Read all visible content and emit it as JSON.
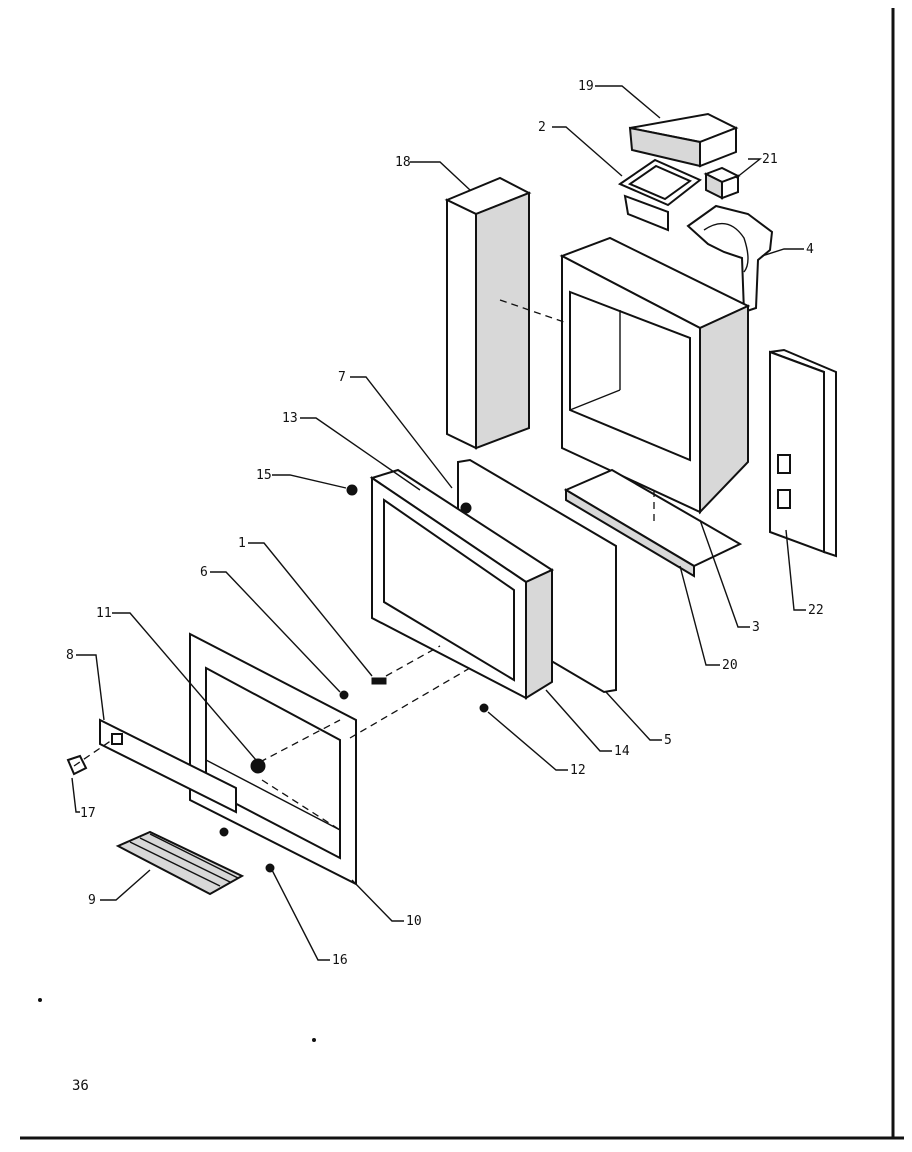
{
  "page_number": "36",
  "callouts": {
    "c1": "1",
    "c2": "2",
    "c3": "3",
    "c4": "4",
    "c5": "5",
    "c6": "6",
    "c7": "7",
    "c8": "8",
    "c9": "9",
    "c10": "10",
    "c11": "11",
    "c12": "12",
    "c13": "13",
    "c14": "14",
    "c15": "15",
    "c16": "16",
    "c17": "17",
    "c18": "18",
    "c19": "19",
    "c20": "20",
    "c21": "21",
    "c22": "22"
  }
}
